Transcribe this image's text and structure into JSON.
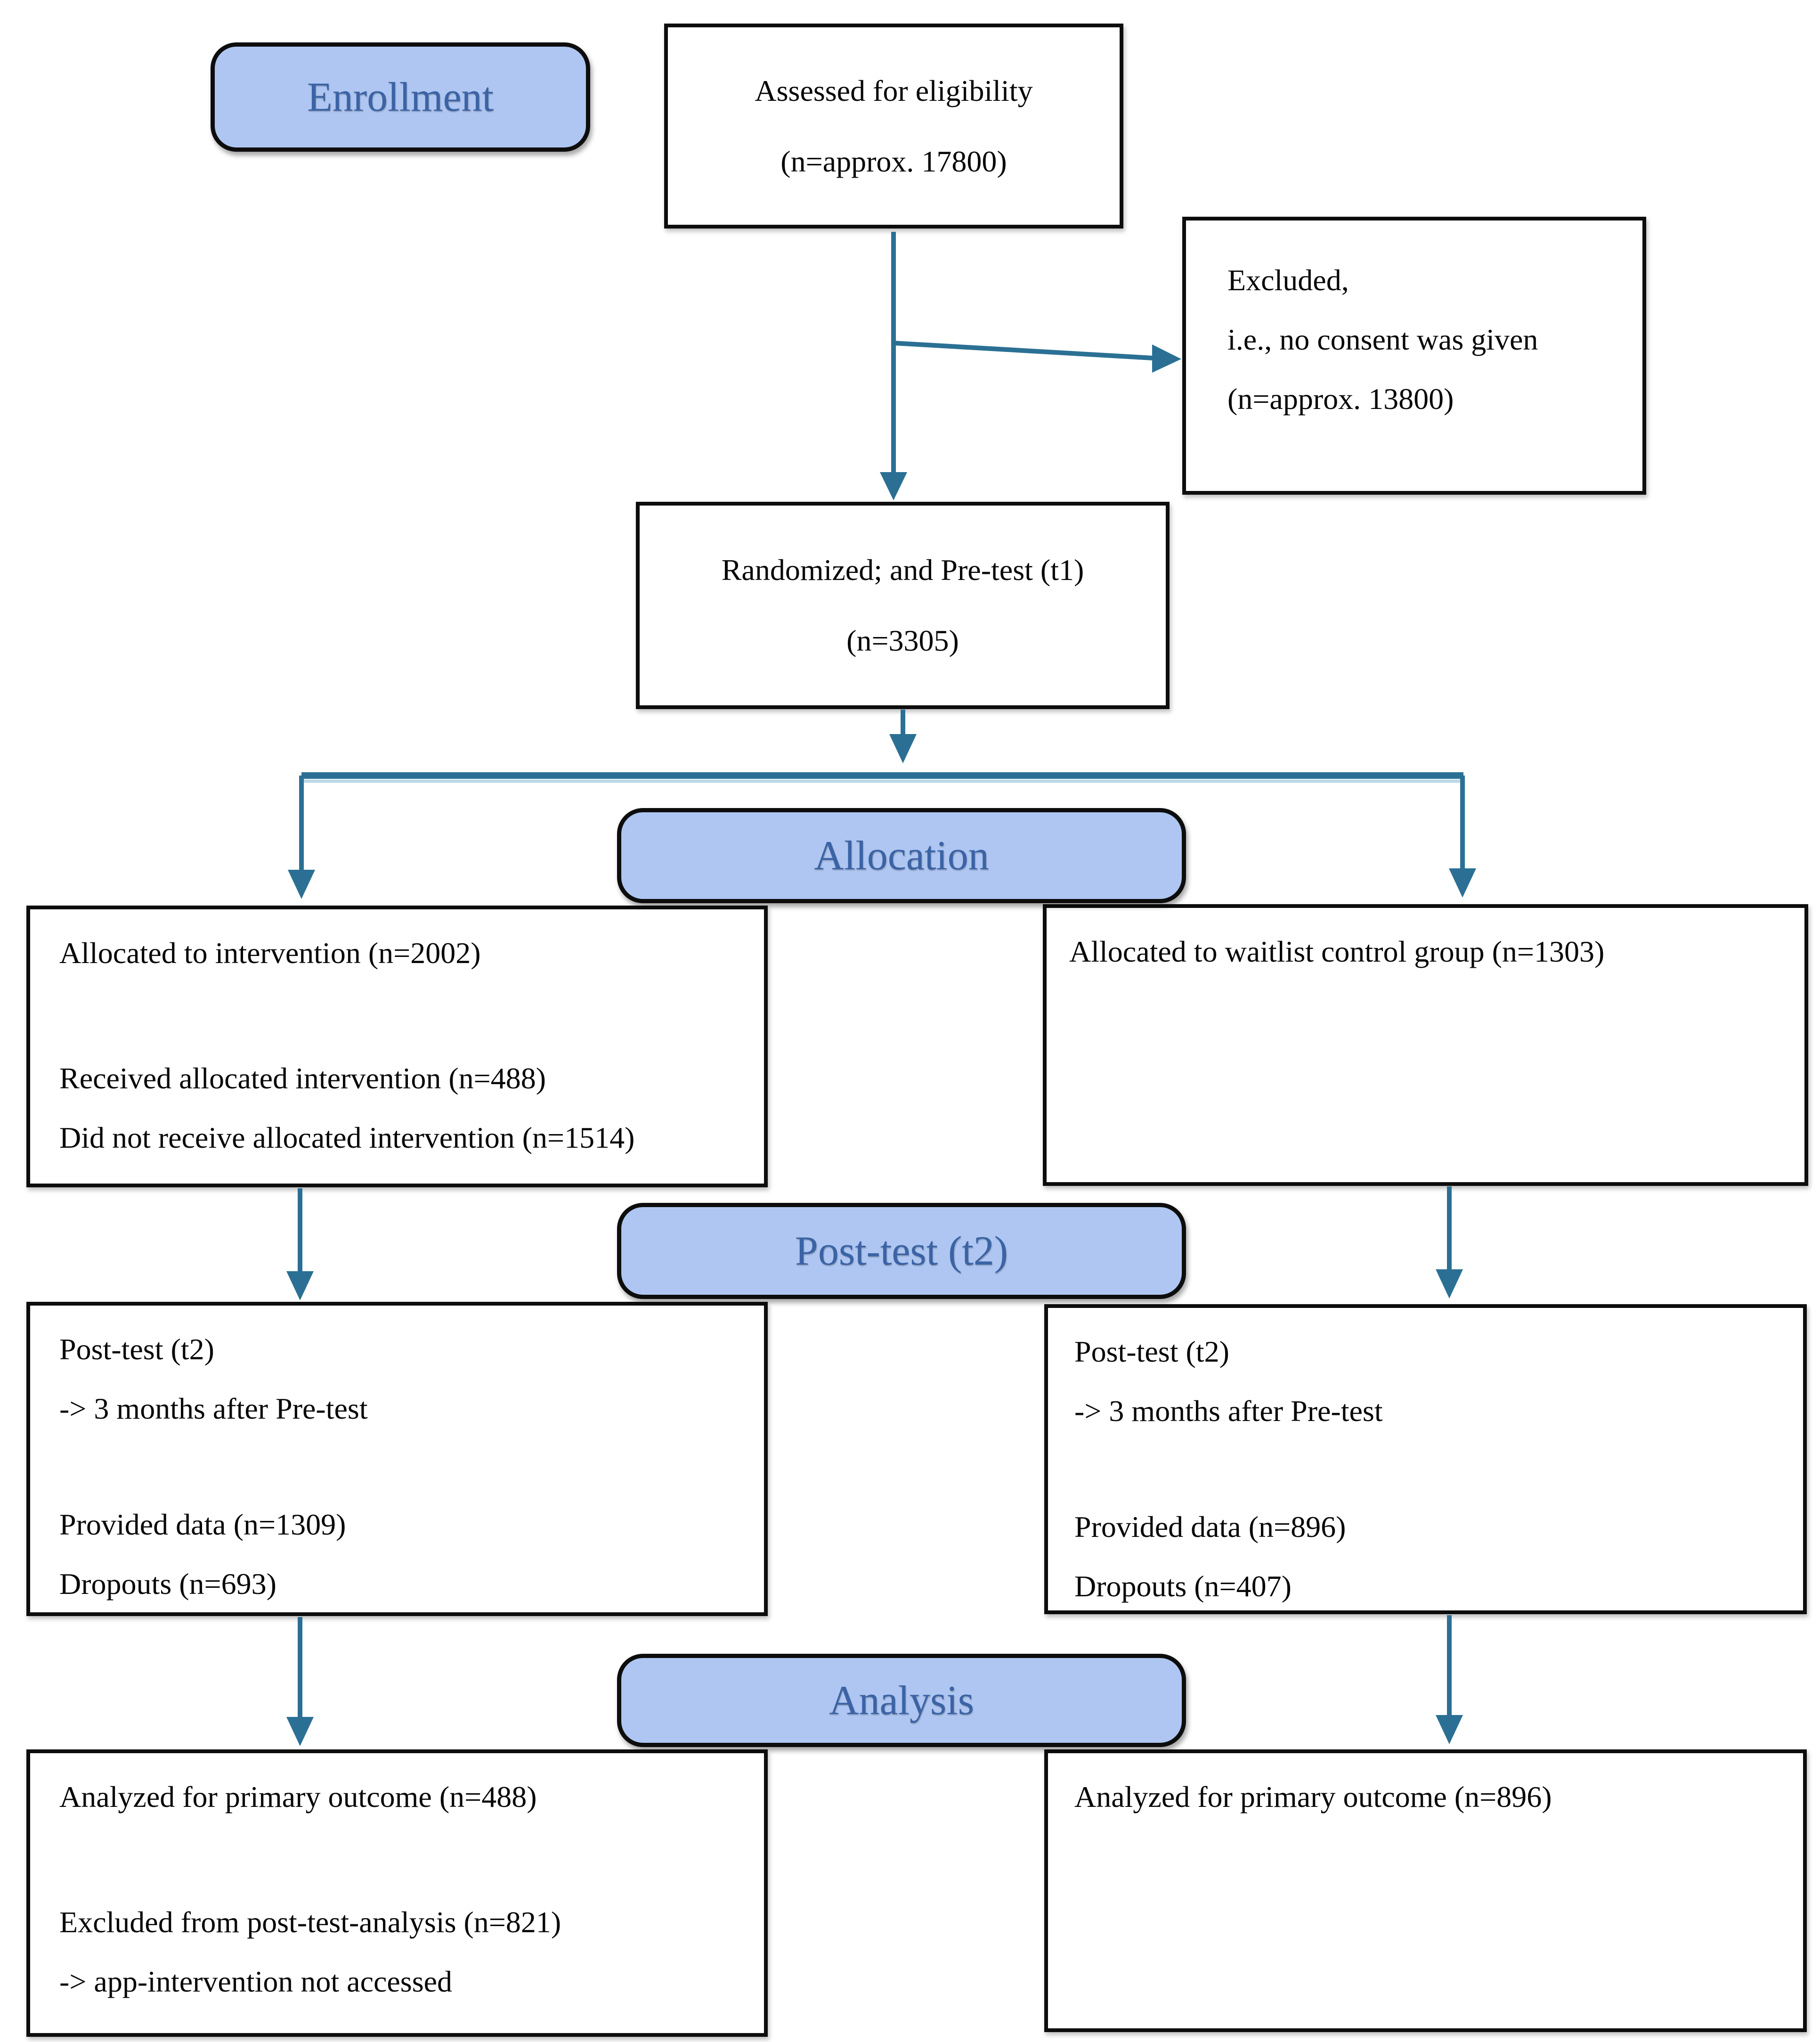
{
  "diagram": {
    "section_labels": {
      "enrollment": "Enrollment",
      "allocation": "Allocation",
      "posttest": "Post-test (t2)",
      "analysis": "Analysis"
    },
    "boxes": {
      "assessed": {
        "line1": "Assessed for eligibility",
        "line2": "(n=approx. 17800)"
      },
      "excluded": {
        "line1": "Excluded,",
        "line2": "i.e., no consent was given",
        "line3": "(n=approx. 13800)"
      },
      "randomized": {
        "line1": "Randomized; and Pre-test (t1)",
        "line2": "(n=3305)"
      },
      "allocated_intervention": {
        "line1": "Allocated to intervention (n=2002)",
        "line2": "Received allocated intervention (n=488)",
        "line3": "Did not receive allocated intervention (n=1514)"
      },
      "allocated_control": {
        "line1": "Allocated to waitlist control group (n=1303)"
      },
      "posttest_intervention": {
        "line1": "Post-test (t2)",
        "line2": "-> 3 months after Pre-test",
        "line3": "Provided data (n=1309)",
        "line4": "Dropouts (n=693)"
      },
      "posttest_control": {
        "line1": "Post-test (t2)",
        "line2": "-> 3 months after Pre-test",
        "line3": "Provided data (n=896)",
        "line4": "Dropouts (n=407)"
      },
      "analysis_intervention": {
        "line1": "Analyzed for primary outcome (n=488)",
        "line2": "Excluded from post-test-analysis (n=821)",
        "line3": "-> app-intervention not accessed"
      },
      "analysis_control": {
        "line1": "Analyzed for primary outcome (n=896)"
      }
    },
    "colors": {
      "pill_fill": "#aec6f1",
      "pill_text": "#3b63a5",
      "arrow": "#2b7094",
      "arrow_shadow": "#bcd8e8",
      "box_border": "#0d0d0d"
    }
  }
}
